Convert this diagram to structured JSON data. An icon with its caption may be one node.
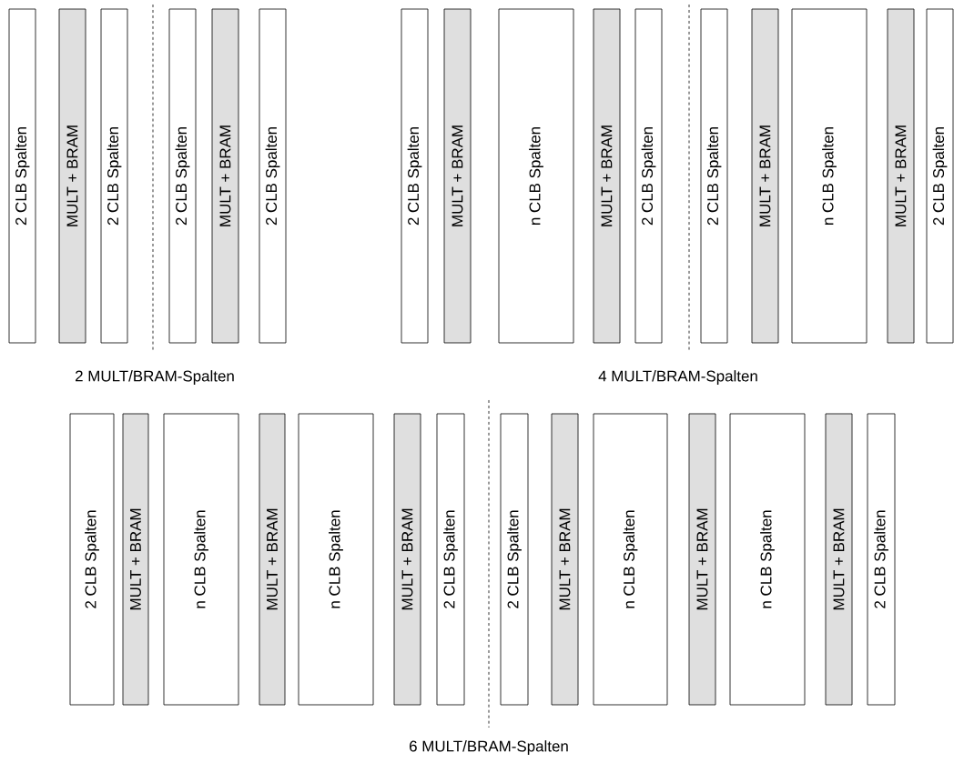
{
  "diagram": {
    "nodes": [
      {
        "text": [
          "2 CLB Spalten"
        ]
      },
      {
        "text": [
          "MULT + BRAM"
        ]
      },
      {
        "text": [
          "2 CLB Spalten"
        ]
      },
      {
        "text": [
          "2 CLB Spalten"
        ]
      },
      {
        "text": [
          "MULT + BRAM"
        ]
      },
      {
        "text": [
          "2 CLB Spalten"
        ]
      },
      {
        "text": [
          "2 CLB Spalten"
        ]
      },
      {
        "text": [
          "MULT + BRAM"
        ]
      },
      {
        "text": [
          "n CLB Spalten"
        ]
      },
      {
        "text": [
          "MULT + BRAM"
        ]
      },
      {
        "text": [
          "2 CLB Spalten"
        ]
      },
      {
        "text": [
          "2 CLB Spalten"
        ]
      },
      {
        "text": [
          "MULT + BRAM"
        ]
      },
      {
        "text": [
          "n CLB Spalten"
        ]
      },
      {
        "text": [
          "MULT + BRAM"
        ]
      },
      {
        "text": [
          "2 CLB Spalten"
        ]
      },
      {
        "text": [
          "2 CLB Spalten"
        ]
      },
      {
        "text": [
          "MULT + BRAM"
        ]
      },
      {
        "text": [
          "n CLB Spalten"
        ]
      },
      {
        "text": [
          "MULT + BRAM"
        ]
      },
      {
        "text": [
          "n CLB Spalten"
        ]
      },
      {
        "text": [
          "MULT + BRAM"
        ]
      },
      {
        "text": [
          "2 CLB Spalten"
        ]
      },
      {
        "text": [
          "2 CLB Spalten"
        ]
      },
      {
        "text": [
          "MULT + BRAM"
        ]
      },
      {
        "text": [
          "n CLB Spalten"
        ]
      },
      {
        "text": [
          "MULT + BRAM"
        ]
      },
      {
        "text": [
          "n CLB Spalten"
        ]
      },
      {
        "text": [
          "MULT + BRAM"
        ]
      },
      {
        "text": [
          "2 CLB Spalten"
        ]
      }
    ],
    "labels": [
      "2 MULT/BRAM-Spalten",
      "4 MULT/BRAM-Spalten",
      "6 MULT/BRAM-Spalten"
    ]
  }
}
